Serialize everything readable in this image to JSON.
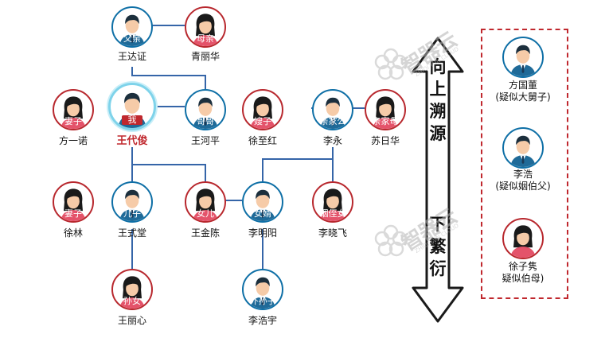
{
  "colors": {
    "male_border": "#0e6fa6",
    "female_border": "#b8282e",
    "self_border": "#7fd3ea",
    "line": "#3565a8",
    "dashed_box": "#c0282e"
  },
  "nodes": {
    "father": {
      "relation": "父亲",
      "name": "王达证",
      "gender": "male"
    },
    "mother": {
      "relation": "母亲",
      "name": "青丽华",
      "gender": "female"
    },
    "wife": {
      "relation": "妻子",
      "name": "方一诺",
      "gender": "female"
    },
    "self": {
      "relation": "我",
      "name": "王代俊",
      "gender": "male"
    },
    "brother": {
      "relation": "哥哥",
      "name": "王河平",
      "gender": "male"
    },
    "sister_in_law": {
      "relation": "嫂子",
      "name": "徐至红",
      "gender": "female"
    },
    "in_law_father": {
      "relation": "亲家公",
      "name": "李永",
      "gender": "male"
    },
    "in_law_mother": {
      "relation": "亲家母",
      "name": "苏日华",
      "gender": "female"
    },
    "son_wife": {
      "relation": "妻子",
      "name": "徐林",
      "gender": "female"
    },
    "son": {
      "relation": "儿子",
      "name": "王式堂",
      "gender": "male"
    },
    "daughter": {
      "relation": "女儿",
      "name": "王金陈",
      "gender": "female"
    },
    "son_in_law": {
      "relation": "女婿",
      "name": "李明阳",
      "gender": "male"
    },
    "niece_in_law": {
      "relation": "姻侄女",
      "name": "李晓飞",
      "gender": "female"
    },
    "granddaughter": {
      "relation": "孙女",
      "name": "王丽心",
      "gender": "female"
    },
    "grandson_out": {
      "relation": "外孙子",
      "name": "李浩宇",
      "gender": "male"
    }
  },
  "arrow": {
    "up_text": "向上溯源",
    "down_text": "下繁衍"
  },
  "suspects": [
    {
      "name": "方国董\n(疑似大舅子)",
      "gender": "male"
    },
    {
      "name": "李浩\n(疑似姻伯父)",
      "gender": "male"
    },
    {
      "name": "徐子隽\n疑似伯母)",
      "gender": "female"
    }
  ],
  "watermark": {
    "brand": "智器云",
    "sub": "ZHIQI YUN CLOUD"
  }
}
